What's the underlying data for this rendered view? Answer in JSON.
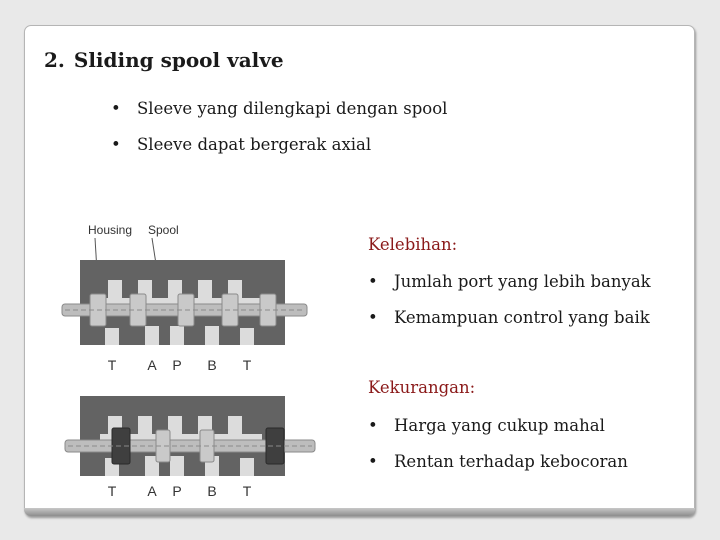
{
  "slide": {
    "number": "2.",
    "title": "Sliding spool valve",
    "bullets": [
      "Sleeve yang dilengkapi dengan spool",
      "Sleeve dapat bergerak axial"
    ]
  },
  "diagram": {
    "labels": {
      "housing": "Housing",
      "spool": "Spool"
    },
    "ports": [
      "T",
      "A",
      "P",
      "B",
      "T"
    ]
  },
  "kelebihan": {
    "heading": "Kelebihan:",
    "items": [
      "Jumlah port yang lebih banyak",
      "Kemampuan control yang baik"
    ]
  },
  "kekurangan": {
    "heading": "Kekurangan:",
    "items": [
      "Harga yang cukup mahal",
      "Rentan terhadap kebocoran"
    ]
  },
  "colors": {
    "heading": "#8b1a1a",
    "text": "#1a1a1a",
    "housing": "#5f5f5f",
    "spool": "#b9b9b9"
  }
}
